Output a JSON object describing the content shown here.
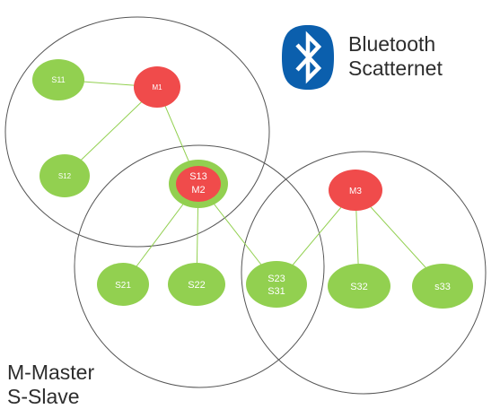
{
  "title": {
    "line1": "Bluetooth",
    "line2": "Scatternet",
    "logo": "bluetooth-logo",
    "logo_color": "#0b5fad"
  },
  "legend": {
    "master": "M-Master",
    "slave": "S-Slave"
  },
  "colors": {
    "master": "#f04b4b",
    "slave": "#92d050",
    "link": "#92d050",
    "piconet_border": "#555555",
    "bridge_ring": "#92d050"
  },
  "nodes": {
    "m1": {
      "label": "M1",
      "role": "master"
    },
    "s11": {
      "label": "S11",
      "role": "slave"
    },
    "s12": {
      "label": "S12",
      "role": "slave"
    },
    "s13m2": {
      "label1": "S13",
      "label2": "M2",
      "role": "master-bridge"
    },
    "s21": {
      "label": "S21",
      "role": "slave"
    },
    "s22": {
      "label": "S22",
      "role": "slave"
    },
    "s23s31": {
      "label1": "S23",
      "label2": "S31",
      "role": "slave-bridge"
    },
    "m3": {
      "label": "M3",
      "role": "master"
    },
    "s32": {
      "label": "S32",
      "role": "slave"
    },
    "s33": {
      "label": "s33",
      "role": "slave"
    }
  },
  "links": [
    [
      "m1",
      "s11"
    ],
    [
      "m1",
      "s12"
    ],
    [
      "m1",
      "s13m2"
    ],
    [
      "s13m2",
      "s21"
    ],
    [
      "s13m2",
      "s22"
    ],
    [
      "s13m2",
      "s23s31"
    ],
    [
      "m3",
      "s23s31"
    ],
    [
      "m3",
      "s32"
    ],
    [
      "m3",
      "s33"
    ]
  ]
}
